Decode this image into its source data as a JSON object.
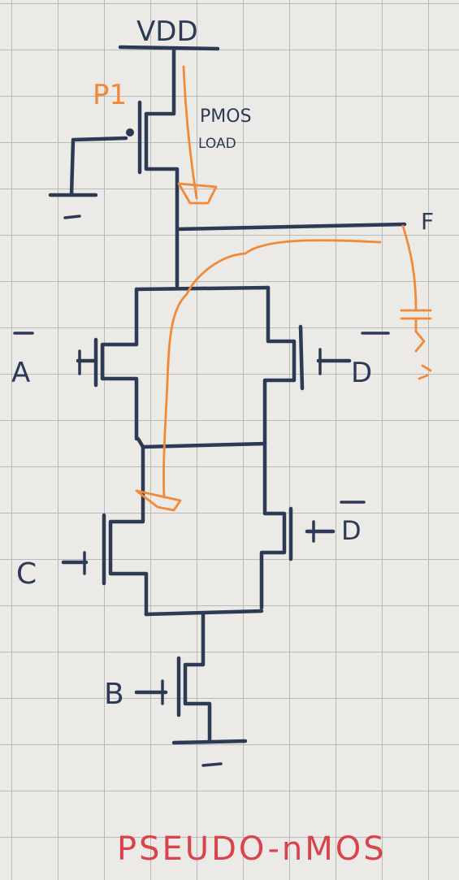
{
  "diagram": {
    "supply_label": "VDD",
    "pmos_tag": "P1",
    "pmos_label_line1": "PMOS",
    "pmos_label_line2": "LOAD",
    "output_label": "F",
    "input_a": "A",
    "input_b": "B",
    "input_c": "C",
    "input_d_upper": "D",
    "input_d_lower": "D",
    "title": "PSEUDO-nMOS"
  },
  "colors": {
    "ink": "#2c3a54",
    "annotation": "#f08a38",
    "title": "#d9434c",
    "grid": "#b9b9b6",
    "paper": "#eceae6"
  }
}
